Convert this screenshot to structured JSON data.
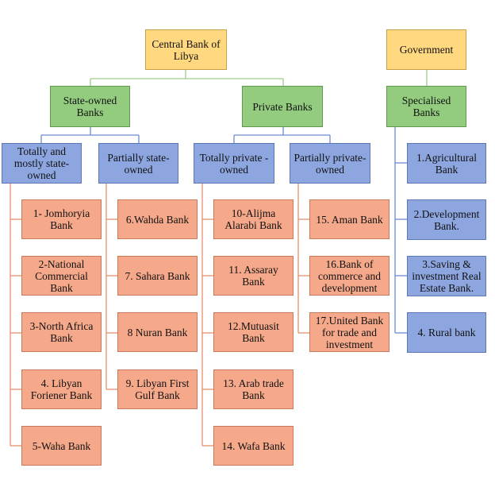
{
  "diagram": {
    "central_bank": "Central Bank of Libya",
    "government": "Government",
    "state_owned": "State-owned Banks",
    "private_banks": "Private Banks",
    "specialised": "Specialised Banks",
    "totally_state": "Totally and mostly state-owned",
    "partially_state": "Partially state-owned",
    "totally_private": "Totally private - owned",
    "partially_private": "Partially private- owned",
    "totally_state_banks": [
      "1- Jomhoryia Bank",
      "2-National Commercial Bank",
      "3-North Africa Bank",
      "4. Libyan Foriener Bank",
      "5-Waha Bank"
    ],
    "partially_state_banks": [
      "6.Wahda Bank",
      "7. Sahara Bank",
      "8 Nuran Bank",
      "9. Libyan First Gulf Bank"
    ],
    "totally_private_banks": [
      "10-Alijma Alarabi Bank",
      "11. Assaray Bank",
      "12.Mutuasit Bank",
      "13. Arab trade Bank",
      "14. Wafa Bank"
    ],
    "partially_private_banks": [
      "15. Aman Bank",
      "16.Bank of commerce and development",
      "17.United Bank for trade and investment"
    ],
    "specialised_banks": [
      "1.Agricultural Bank",
      "2.Development Bank.",
      "3.Saving & investment Real Estate Bank.",
      "4. Rural bank"
    ],
    "colors": {
      "yellow": "#ffd87f",
      "green": "#93cc7e",
      "blue": "#8ea6e0",
      "salmon": "#f5a98a",
      "green_line": "#7bb069",
      "blue_line": "#6d8bd3",
      "salmon_line": "#e8906c"
    }
  }
}
